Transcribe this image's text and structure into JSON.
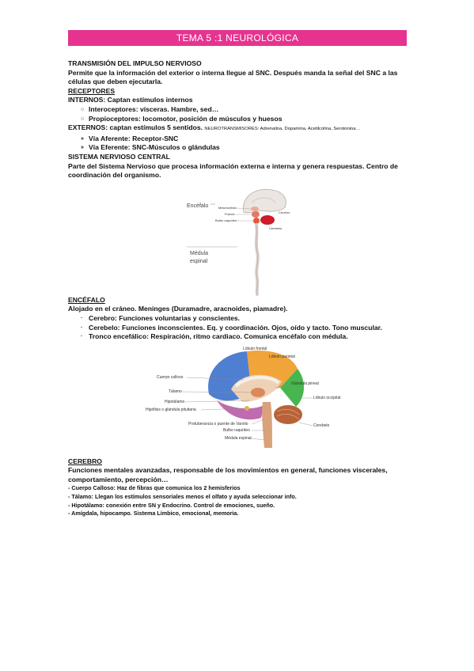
{
  "header": {
    "title": "TEMA 5 :1 NEUROLÓGICA"
  },
  "transmision": {
    "heading": "TRANSMISIÓN DEL IMPULSO NERVIOSO",
    "text": "Permite que la información del exterior o interna llegue al SNC. Después manda la señal del SNC a las células que deben ejecutarla."
  },
  "receptores": {
    "heading": "RECEPTORES",
    "internos": "INTERNOS: Captan estímulos internos",
    "items": [
      "Interoceptores: vísceras. Hambre, sed…",
      "Propioceptores: locomotor, posición de músculos y huesos"
    ],
    "externos": "EXTERNOS: captan estímulos 5 sentidos.",
    "neuro_note": "NEUROTRANSMISORES: Adrenalina, Dopamina, Acetilcolina, Serotonina…",
    "vias": [
      "Vía Aferente: Receptor-SNC",
      "Vía Eferente: SNC-Músculos o glándulas"
    ]
  },
  "snc": {
    "heading": "SISTEMA NERVIOSO CENTRAL",
    "text": "Parte del Sistema Nervioso que procesa información externa e interna y genera respuestas. Centro de coordinación del organismo.",
    "figure": {
      "encefalo": "Encéfalo",
      "mesencefalo": "Mesencéfalo",
      "puente": "Puente",
      "bulbo": "Bulbo raquídeo",
      "cerebro": "Cerebro",
      "cerebelo": "Cerebelo",
      "medula_1": "Médula",
      "medula_2": "espinal"
    }
  },
  "encefalo": {
    "heading": "ENCÉFALO",
    "text": "Alojado en el cráneo. Meninges (Duramadre, aracnoides, piamadre).",
    "items": [
      "Cerebro: Funciones voluntarias y conscientes.",
      "Cerebelo: Funciones inconscientes. Eq. y coordinación. Ojos, oído y tacto. Tono muscular.",
      "Tronco encefálico: Respiración, ritmo cardiaco. Comunica encéfalo con médula."
    ],
    "figure": {
      "lobulo_frontal": "Lóbulo frontal",
      "lobulo_parietal": "Lóbulo parietal",
      "cuerpo_calloso": "Cuerpo calloso",
      "glandula_pineal": "Glándula pineal",
      "talamo": "Tálamo",
      "lobulo_occipital": "Lóbulo occipital",
      "hipotalamo": "Hipotálamo",
      "hipofisis": "Hipófisis o glándula pituitaria",
      "protuberancia": "Protuberancia o puente de Varolio",
      "cerebelo": "Cerebelo",
      "bulbo": "Bulbo raquídeo",
      "medula": "Médula espinal"
    }
  },
  "cerebro": {
    "heading": "CEREBRO",
    "text": "Funciones mentales avanzadas, responsable de los movimientos en general, funciones viscerales, comportamiento, percepción…",
    "items": [
      "- Cuerpo Calloso: Haz de fibras que comunica los 2 hemisferios",
      "- Tálamo: Llegan los estímulos sensoriales menos el olfato y ayuda seleccionar info.",
      "- Hipotálamo: conexión entre SN y Endocrino. Control de emociones, sueño.",
      "- Amígdala, hipocampo. Sistema Límbico, emocional, memoria."
    ]
  },
  "colors": {
    "banner": "#e5338f"
  },
  "icons": {
    "bullet_circle": "circle-bullet-icon",
    "bullet_arrow": "arrow-bullet-icon",
    "bullet_tick": "tick-bullet-icon"
  }
}
